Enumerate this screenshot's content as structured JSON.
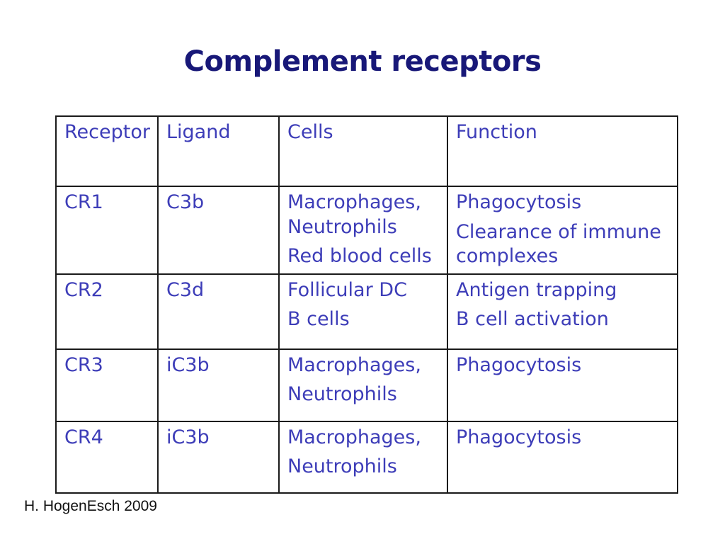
{
  "slide": {
    "title": "Complement receptors"
  },
  "table": {
    "columns": [
      "Receptor",
      "Ligand",
      "Cells",
      "Function"
    ],
    "rows": [
      {
        "receptor": "CR1",
        "ligand": "C3b",
        "cells": [
          "Macrophages, Neutrophils",
          "Red blood cells"
        ],
        "function": [
          "Phagocytosis",
          "Clearance of immune complexes"
        ]
      },
      {
        "receptor": "CR2",
        "ligand": "C3d",
        "cells": [
          "Follicular DC",
          "B cells"
        ],
        "function": [
          "Antigen trapping",
          "B cell activation"
        ]
      },
      {
        "receptor": "CR3",
        "ligand": "iC3b",
        "cells": [
          "Macrophages,",
          "Neutrophils"
        ],
        "function": [
          "Phagocytosis"
        ]
      },
      {
        "receptor": "CR4",
        "ligand": "iC3b",
        "cells": [
          "Macrophages,",
          "Neutrophils"
        ],
        "function": [
          "Phagocytosis"
        ]
      }
    ]
  },
  "footer": {
    "credit": "H. HogenEsch 2009"
  },
  "colors": {
    "background": "#ffffff",
    "title_text": "#181878",
    "table_text": "#3d3db8",
    "table_border": "#1a1a1a",
    "footer_text": "#111111"
  }
}
